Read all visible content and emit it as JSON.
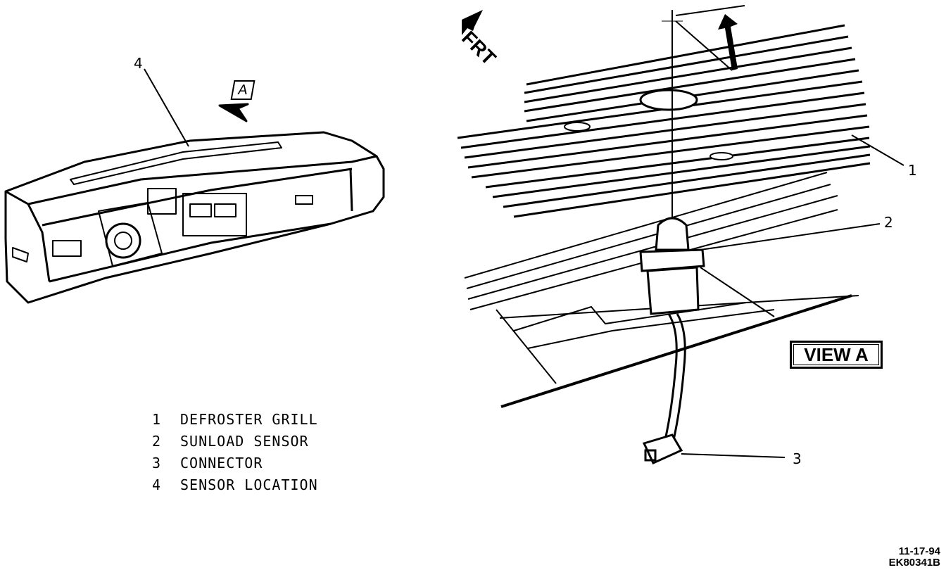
{
  "callouts": {
    "c1": "1",
    "c2": "2",
    "c3": "3",
    "c4": "4"
  },
  "view_marker": "A",
  "direction_label": "FRT",
  "view_label": "VIEW A",
  "legend": [
    {
      "num": "1",
      "label": "DEFROSTER GRILL"
    },
    {
      "num": "2",
      "label": "SUNLOAD SENSOR"
    },
    {
      "num": "3",
      "label": "CONNECTOR"
    },
    {
      "num": "4",
      "label": "SENSOR LOCATION"
    }
  ],
  "stamp": {
    "date": "11-17-94",
    "code": "EK80341B"
  }
}
